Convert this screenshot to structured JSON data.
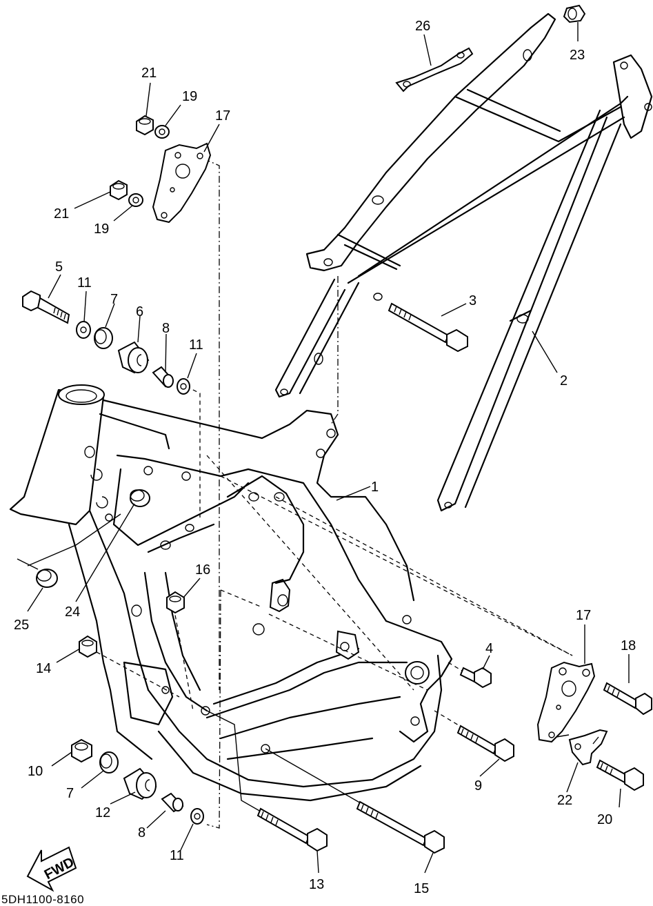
{
  "diagram": {
    "part_number": "5DH1100-8160",
    "fwd_label": "FWD",
    "callouts": [
      "1",
      "2",
      "3",
      "4",
      "5",
      "6",
      "7",
      "8",
      "9",
      "10",
      "11",
      "12",
      "13",
      "14",
      "15",
      "16",
      "17",
      "18",
      "19",
      "20",
      "21",
      "22",
      "23",
      "24",
      "25",
      "26"
    ]
  },
  "labels": {
    "c1": "1",
    "c2": "2",
    "c3": "3",
    "c4": "4",
    "c5": "5",
    "c6": "6",
    "c7a": "7",
    "c7b": "7",
    "c8a": "8",
    "c8b": "8",
    "c9": "9",
    "c10": "10",
    "c11a": "11",
    "c11b": "11",
    "c11c": "11",
    "c12": "12",
    "c13": "13",
    "c14": "14",
    "c15": "15",
    "c16": "16",
    "c17a": "17",
    "c17b": "17",
    "c18": "18",
    "c19a": "19",
    "c19b": "19",
    "c20": "20",
    "c21a": "21",
    "c21b": "21",
    "c22": "22",
    "c23": "23",
    "c24": "24",
    "c25": "25",
    "c26": "26"
  }
}
